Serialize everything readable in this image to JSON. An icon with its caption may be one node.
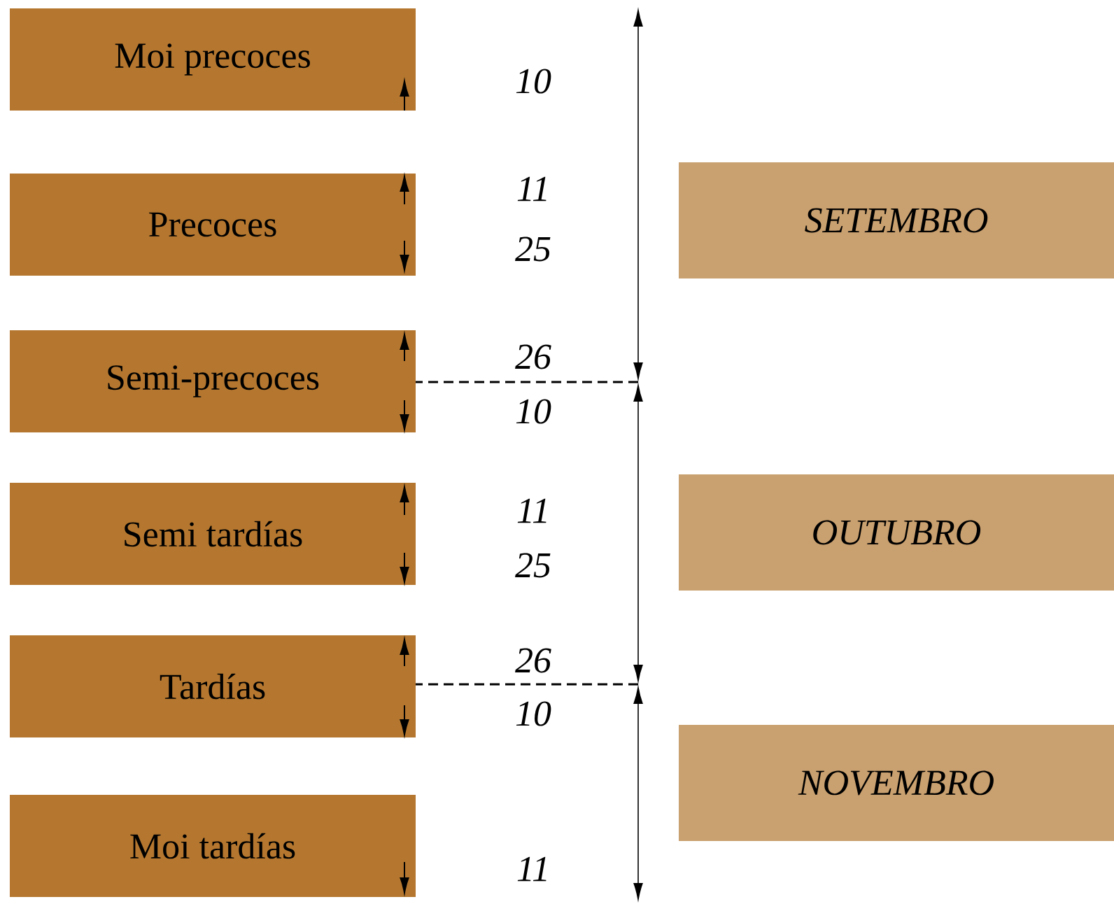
{
  "diagram": {
    "nodes": [
      {
        "text": [
          "Moi precoces"
        ]
      },
      {
        "text": [
          "Precoces"
        ]
      },
      {
        "text": [
          "Semi-precoces"
        ]
      },
      {
        "text": [
          "Semi tardías"
        ]
      },
      {
        "text": [
          "Tardías"
        ]
      },
      {
        "text": [
          "Moi tardías"
        ]
      },
      {
        "text": [
          "SETEMBRO"
        ]
      },
      {
        "text": [
          "OUTUBRO"
        ]
      },
      {
        "text": [
          "NOVEMBRO"
        ]
      }
    ],
    "edges": [],
    "labels": [
      "10",
      "11",
      "25",
      "26",
      "10",
      "11",
      "25",
      "26",
      "10",
      "11"
    ]
  }
}
